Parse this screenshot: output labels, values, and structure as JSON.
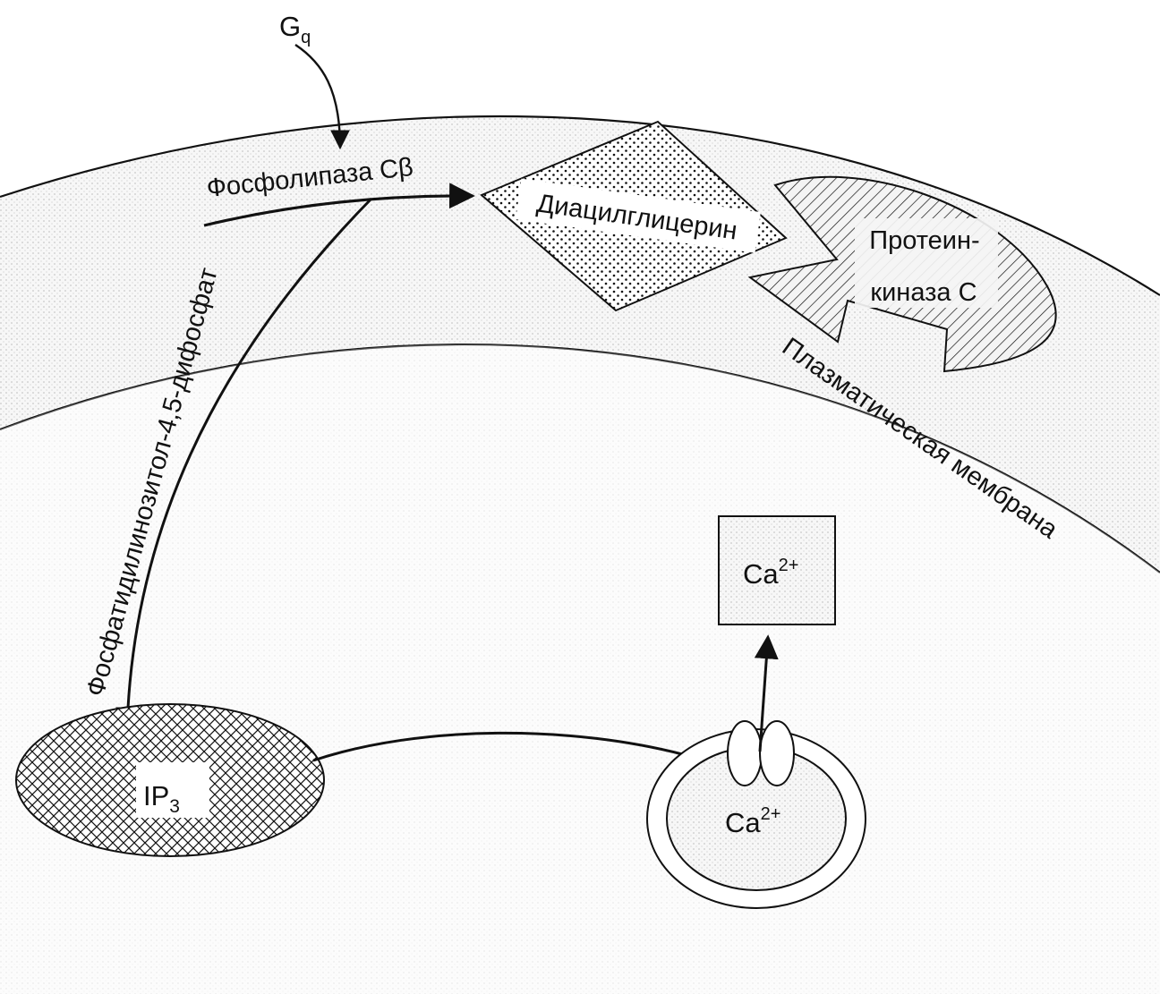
{
  "labels": {
    "gq_base": "G",
    "gq_sub": "q",
    "phospholipase": "Фосфолипаза Cβ",
    "diacylglycerol": "Диацилглицерин",
    "pkc_line1": "Протеин-",
    "pkc_line2": "киназа С",
    "membrane": "Плазматическая мембрана",
    "pip2": "Фосфатидилинозитол-4,5-дифосфат",
    "ip3_base": "IP",
    "ip3_sub": "3",
    "ca_base": "Ca",
    "ca_sup": "2+",
    "ca_store_base": "Ca",
    "ca_store_sup": "2+"
  },
  "colors": {
    "stroke": "#111111",
    "background": "#ffffff",
    "stipple": "#8a8a8a",
    "membrane_fill": "#ececec"
  },
  "icons": {
    "diacylglycerol": "dotted-diamond",
    "protein_kinase_c": "hatched-pacman",
    "ip3_receptor": "crosshatched-ellipse",
    "calcium_store": "double-ring-vesicle",
    "calcium_channel": "paired-ovals"
  }
}
